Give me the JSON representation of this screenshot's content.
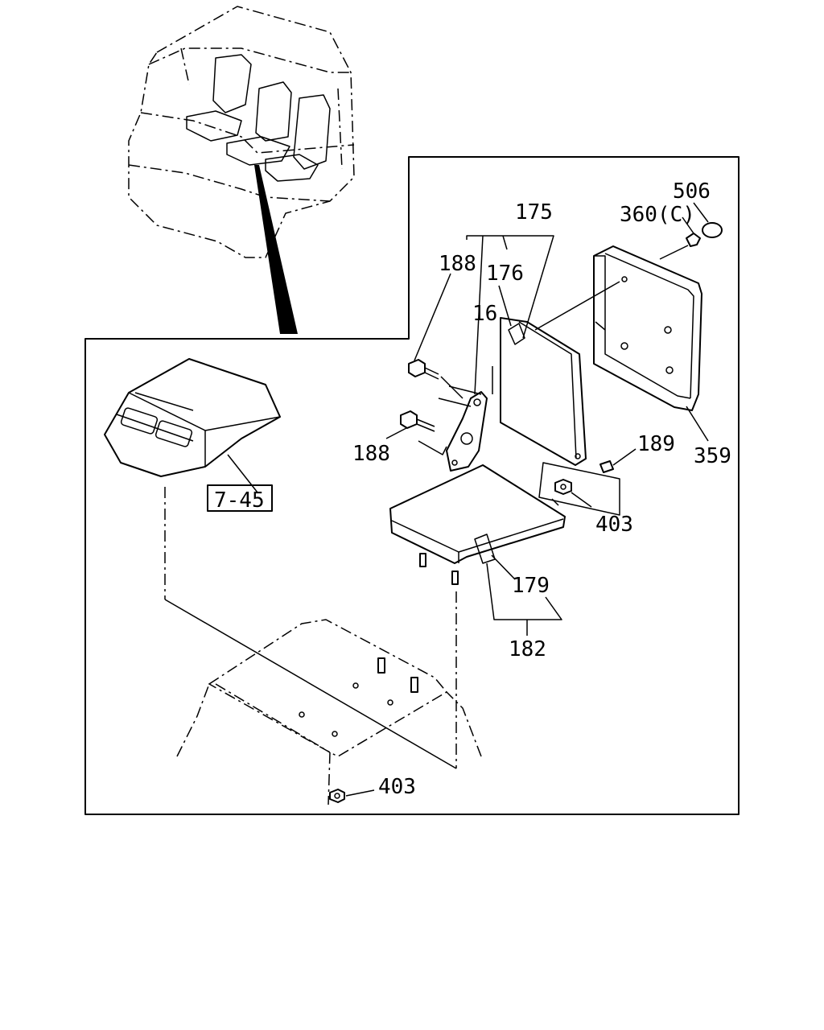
{
  "labels": {
    "p175": "175",
    "p176": "176",
    "p16": "16",
    "p188_top": "188",
    "p188_bottom": "188",
    "p506": "506",
    "p360": "360(C)",
    "p359": "359",
    "p189": "189",
    "p403_right": "403",
    "p179": "179",
    "p182": "182",
    "p403_bottom": "403",
    "ref_7_45": "7-45"
  },
  "colors": {
    "line": "#000000",
    "background": "#ffffff"
  }
}
